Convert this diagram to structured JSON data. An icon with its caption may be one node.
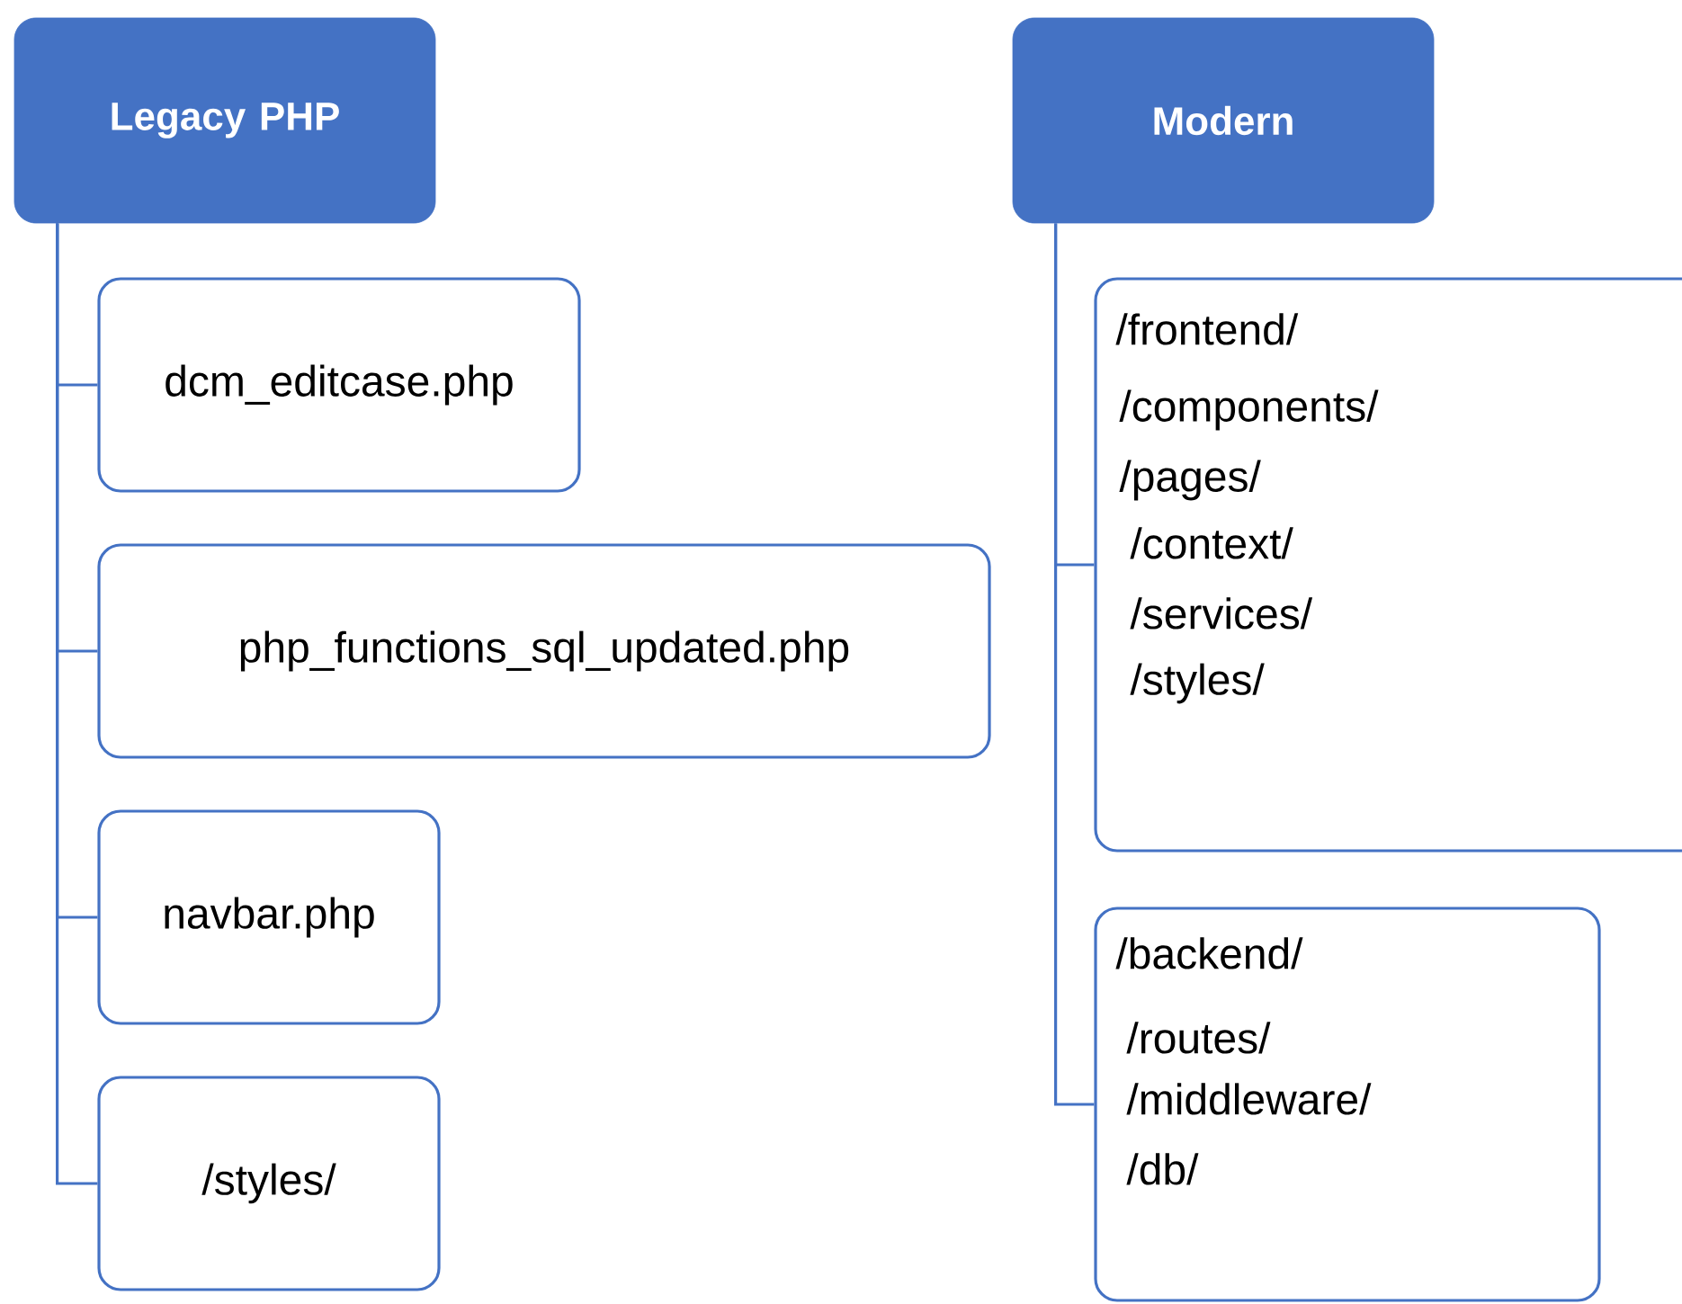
{
  "diagram": {
    "nodes": [
      {
        "text": [
          "Legacy PHP"
        ]
      },
      {
        "text": [
          "dcm_editcase.php"
        ]
      },
      {
        "text": [
          "php_functions_sql_updated.php"
        ]
      },
      {
        "text": [
          "navbar.php"
        ]
      },
      {
        "text": [
          "/styles/"
        ]
      },
      {
        "text": [
          "Modern"
        ]
      },
      {
        "text": [
          "/frontend/",
          "/components/",
          "/pages/",
          "/context/",
          "/services/",
          "/styles/"
        ]
      },
      {
        "text": [
          "/backend/",
          "/routes/",
          "/middleware/",
          "/db/"
        ]
      }
    ],
    "edges": [
      {
        "from": 0,
        "to": 1,
        "arrow": "none"
      },
      {
        "from": 0,
        "to": 2,
        "arrow": "none"
      },
      {
        "from": 0,
        "to": 3,
        "arrow": "none"
      },
      {
        "from": 0,
        "to": 4,
        "arrow": "none"
      },
      {
        "from": 5,
        "to": 6,
        "arrow": "none"
      },
      {
        "from": 5,
        "to": 7,
        "arrow": "none"
      }
    ]
  }
}
